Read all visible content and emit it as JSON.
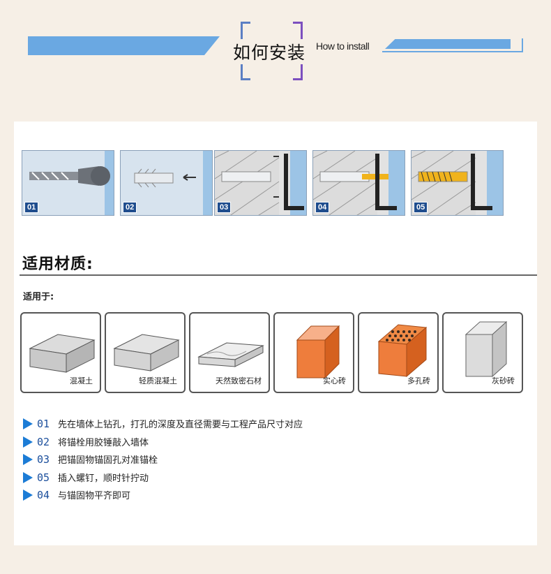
{
  "header": {
    "title": "如何安装",
    "subtitle": "How to install",
    "accent_color": "#6aa8e2"
  },
  "steps": [
    {
      "number": "01"
    },
    {
      "number": "02"
    },
    {
      "number": "03"
    },
    {
      "number": "04"
    },
    {
      "number": "05"
    }
  ],
  "materials_section": {
    "title": "适用材质:",
    "applies_label": "适用于:",
    "items": [
      {
        "label": "混凝土"
      },
      {
        "label": "轻质混凝土"
      },
      {
        "label": "天然致密石材"
      },
      {
        "label": "实心砖"
      },
      {
        "label": "多孔砖"
      },
      {
        "label": "灰砂砖"
      }
    ]
  },
  "instructions": [
    {
      "code": "01",
      "text": "先在墙体上钻孔，打孔的深度及直径需要与工程产品尺寸对应"
    },
    {
      "code": "02",
      "text": "将锚栓用胶锤敲入墙体"
    },
    {
      "code": "03",
      "text": "把锚固物锚固孔对准锚栓"
    },
    {
      "code": "05",
      "text": "插入螺钉，顺时针拧动"
    },
    {
      "code": "04",
      "text": "与锚固物平齐即可"
    }
  ]
}
